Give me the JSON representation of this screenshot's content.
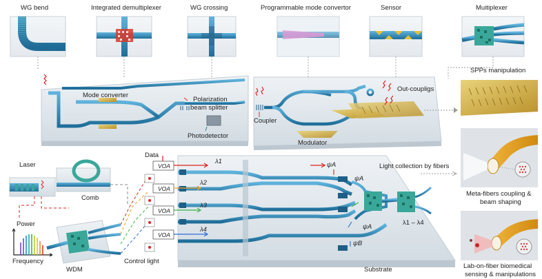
{
  "top_panels": [
    {
      "label": "WG bend",
      "icon": "waveguide-bend"
    },
    {
      "label": "Integrated demultiplexer",
      "icon": "demultiplexer"
    },
    {
      "label": "WG crossing",
      "icon": "waveguide-crossing"
    },
    {
      "label": "Programmable mode convertor",
      "icon": "mode-convertor"
    },
    {
      "label": "Sensor",
      "icon": "sensor"
    },
    {
      "label": "Muitiplexer",
      "icon": "multiplexer"
    }
  ],
  "middle_left": {
    "mode_converter": "Mode converter",
    "polarization_line1": "Polarization",
    "polarization_line2": "beam splitter",
    "photodetector": "Photodetector"
  },
  "middle_right": {
    "out_couplings": "Out-coupligs",
    "coupler": "Coupler",
    "modulator": "Modulator"
  },
  "right_column": {
    "spps": "SPPs manipulation",
    "meta_line1": "Meta-fibers coupling &",
    "meta_line2": "beam shaping",
    "lab_line1": "Lab-on-fiber biomedical",
    "lab_line2": "sensing & manipulations"
  },
  "bottom_left": {
    "laser": "Laser",
    "comb": "Comb",
    "power": "Power",
    "frequency": "Frequency",
    "wdm": "WDM"
  },
  "chip": {
    "data": "Data",
    "voa": "VOA",
    "control_light": "Control light",
    "light_collection": "Light collection by fibers",
    "substrate": "Substrate",
    "lambda_range": "λ1 – λ4",
    "wavelengths": [
      "λ1",
      "λ2",
      "λ3",
      "λ4"
    ],
    "modes": [
      "ψA",
      "ψA",
      "ψA",
      "ψB"
    ]
  },
  "colors": {
    "waveguide": "#2f86b6",
    "waveguide_dark": "#1f6e99",
    "gold": "#c9a93a",
    "substrate": "#dfe6ec",
    "red": "#e02020",
    "dash": "#888888"
  }
}
